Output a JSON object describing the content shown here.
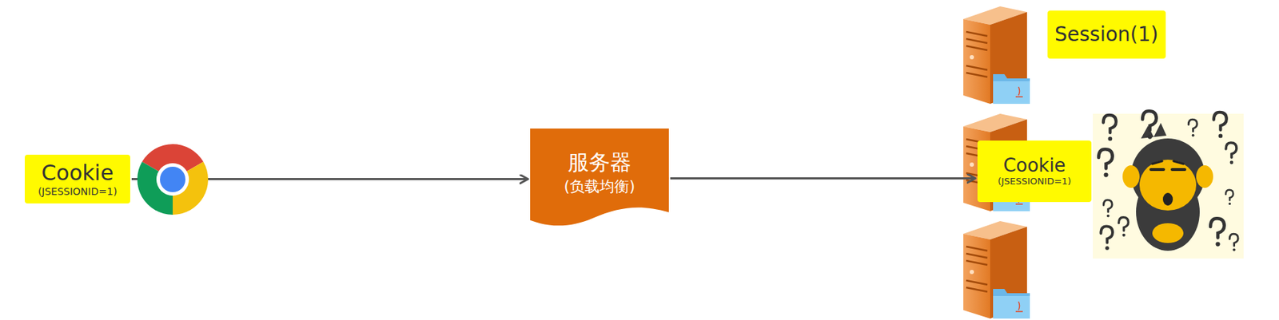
{
  "diagram": {
    "nodes": [
      {
        "text": [
          "Cookie",
          "(JSESSIONID=1)"
        ]
      },
      {
        "text": [
          "服务器",
          "(负载均衡)"
        ]
      },
      {
        "text": [
          "Session(1)"
        ]
      },
      {
        "text": [
          "Cookie",
          "(JSESSIONID=1)"
        ]
      }
    ],
    "edges": [
      {
        "from": 0,
        "to": 1,
        "arrow": "to"
      },
      {
        "from": 1,
        "to": 3,
        "arrow": "to"
      }
    ]
  }
}
